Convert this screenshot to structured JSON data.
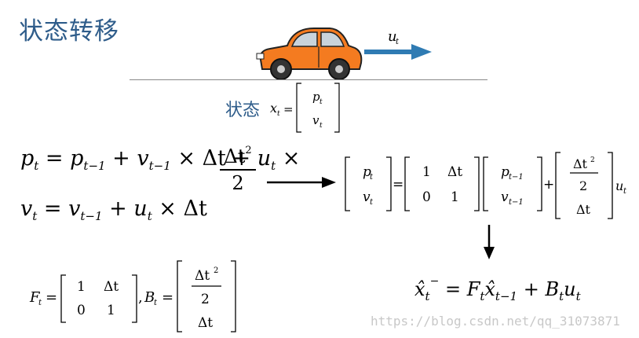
{
  "title": "状态转移",
  "state_label": "状态",
  "control_label": "u",
  "control_sub": "t",
  "watermark": "https://blog.csdn.net/qq_31073871",
  "colors": {
    "title": "#2e5c8a",
    "car_body": "#f47b20",
    "arrow": "#2f7bb3"
  },
  "equations": {
    "p": {
      "lhs": "p",
      "lhs_sub": "t",
      "t1": "p",
      "t1_sub": "t−1",
      "t2": "v",
      "t2_sub": "t−1",
      "dt": "Δt",
      "u": "u",
      "u_sub": "t",
      "frac_num": "Δt",
      "frac_exp": "2",
      "frac_den": "2"
    },
    "v": {
      "lhs": "v",
      "lhs_sub": "t",
      "t1": "v",
      "t1_sub": "t−1",
      "u": "u",
      "u_sub": "t",
      "dt": "Δt"
    },
    "estimate": {
      "x": "x̂",
      "x_sub": "t",
      "x_sup": "−",
      "F": "F",
      "F_sub": "t",
      "x2": "x̂",
      "x2_sub": "t−1",
      "B": "B",
      "B_sub": "t",
      "u": "u",
      "u_sub": "t"
    }
  },
  "state_vector": {
    "x": "x",
    "x_sub": "t",
    "p": "p",
    "p_sub": "t",
    "v": "v",
    "v_sub": "t"
  },
  "matrix_eq": {
    "F": [
      [
        "1",
        "Δt"
      ],
      [
        "0",
        "1"
      ]
    ],
    "prev": [
      [
        "p",
        "t−1"
      ],
      [
        "v",
        "t−1"
      ]
    ],
    "B": [
      "Δt",
      "2",
      "2",
      "Δt"
    ]
  },
  "defs": {
    "F": "F",
    "F_sub": "t",
    "B": "B",
    "B_sub": "t",
    "F_entries": [
      "1",
      "Δt",
      "0",
      "1"
    ],
    "B_entries": [
      "Δt",
      "2",
      "2",
      "Δt"
    ]
  }
}
